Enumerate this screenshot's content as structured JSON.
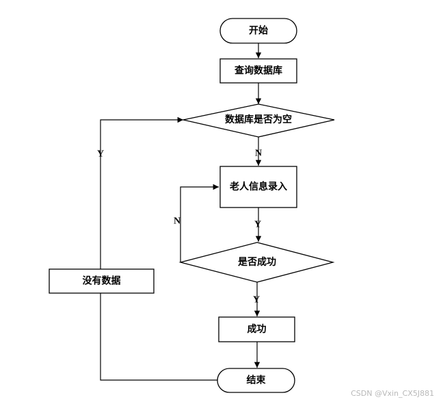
{
  "nodes": {
    "start": "开始",
    "query_db": "查询数据库",
    "db_empty": "数据库是否为空",
    "elder_input": "老人信息录入",
    "is_success": "是否成功",
    "success": "成功",
    "no_data": "没有数据",
    "end": "结束"
  },
  "edge_labels": {
    "db_empty_no": "N",
    "db_empty_yes": "Y",
    "input_yes": "Y",
    "retry_no": "N",
    "success_yes": "Y"
  },
  "watermark": "CSDN @Vxin_CX5J881"
}
